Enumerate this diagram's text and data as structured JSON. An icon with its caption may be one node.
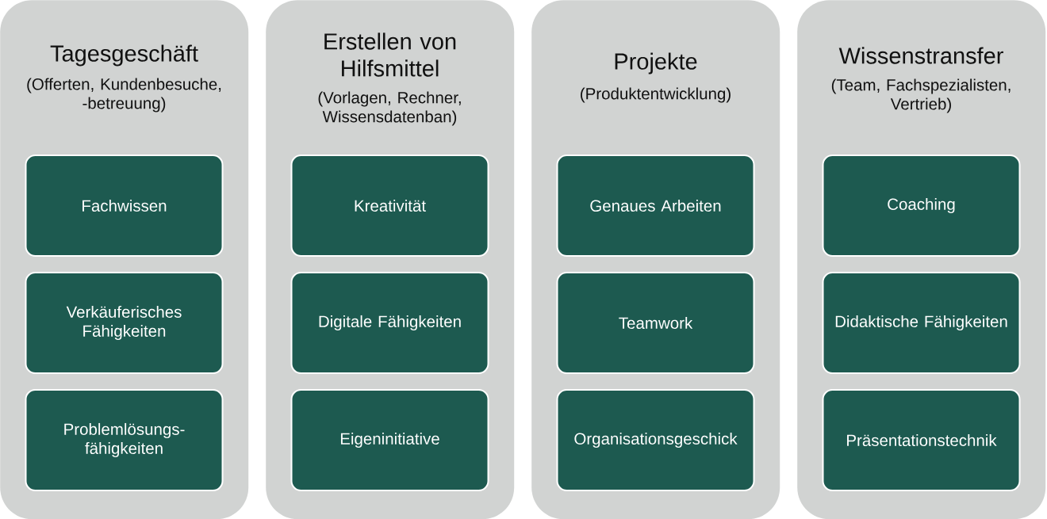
{
  "diagram": {
    "nodes": [
      {
        "text": [
          "Tagesgeschäft",
          "(Offerten, Kundenbesuche, -betreuung)"
        ]
      },
      {
        "text": [
          "Fachwissen"
        ],
        "in": 0
      },
      {
        "text": [
          "Verkäuferisches Fähigkeiten"
        ],
        "in": 0
      },
      {
        "text": [
          "Problemlösungs- fähigkeiten"
        ],
        "in": 0
      },
      {
        "text": [
          "Erstellen von Hilfsmittel",
          "(Vorlagen, Rechner, Wissensdatenban)"
        ]
      },
      {
        "text": [
          "Kreativität"
        ],
        "in": 4
      },
      {
        "text": [
          "Digitale Fähigkeiten"
        ],
        "in": 4
      },
      {
        "text": [
          "Eigeninitiative"
        ],
        "in": 4
      },
      {
        "text": [
          "Projekte",
          "(Produktentwicklung)"
        ]
      },
      {
        "text": [
          "Genaues Arbeiten"
        ],
        "in": 8
      },
      {
        "text": [
          "Teamwork"
        ],
        "in": 8
      },
      {
        "text": [
          "Organisationsgeschick"
        ],
        "in": 8
      },
      {
        "text": [
          "Wissenstransfer",
          "(Team, Fachspezialisten, Vertrieb)"
        ]
      },
      {
        "text": [
          "Coaching"
        ],
        "in": 12
      },
      {
        "text": [
          "Didaktische Fähigkeiten"
        ],
        "in": 12
      },
      {
        "text": [
          "Präsentationstechnik"
        ],
        "in": 12
      }
    ]
  }
}
